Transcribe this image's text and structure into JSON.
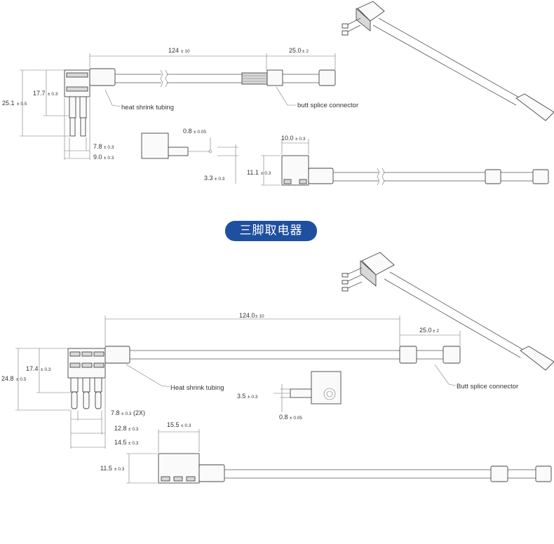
{
  "top": {
    "len_main": "124",
    "len_main_tol": "± 10",
    "len_splice": "25.0",
    "len_splice_tol": "± 2",
    "h_total": "25.1",
    "h_total_tol": "± 0.5",
    "h_body": "17.7",
    "h_body_tol": "± 0.3",
    "w_blade": "7.8",
    "w_blade_tol": "± 0.3",
    "w_body": "9.0",
    "w_body_tol": "± 0.3",
    "thick": "0.8",
    "thick_tol": "± 0.05",
    "t_blade": "3.3",
    "t_blade_tol": "± 0.3",
    "w_top": "10.0",
    "w_top_tol": "± 0.3",
    "h_side": "11.1",
    "h_side_tol": "± 0.3",
    "label_heat": "heat shrink tubing",
    "label_butt": "butt splice connector"
  },
  "banner": "三脚取电器",
  "bottom": {
    "len_main": "124.0",
    "len_main_tol": "± 10",
    "len_splice": "25.0",
    "len_splice_tol": "± 2",
    "h_total": "24.8",
    "h_total_tol": "± 0.5",
    "h_body": "17.4",
    "h_body_tol": "± 0.3",
    "w_blade": "7.8",
    "w_blade_tol": "± 0.3",
    "w_blade_suffix": "(2X)",
    "w_mid": "12.8",
    "w_mid_tol": "± 0.3",
    "w_body": "14.5",
    "w_body_tol": "± 0.3",
    "w_top": "15.5",
    "w_top_tol": "± 0.3",
    "h_side": "11.5",
    "h_side_tol": "± 0.3",
    "t_blade": "3.5",
    "t_blade_tol": "± 0.3",
    "thick": "0.8",
    "thick_tol": "± 0.05",
    "label_heat": "Heat shrink tubing",
    "label_butt": "Butt splice connector"
  }
}
